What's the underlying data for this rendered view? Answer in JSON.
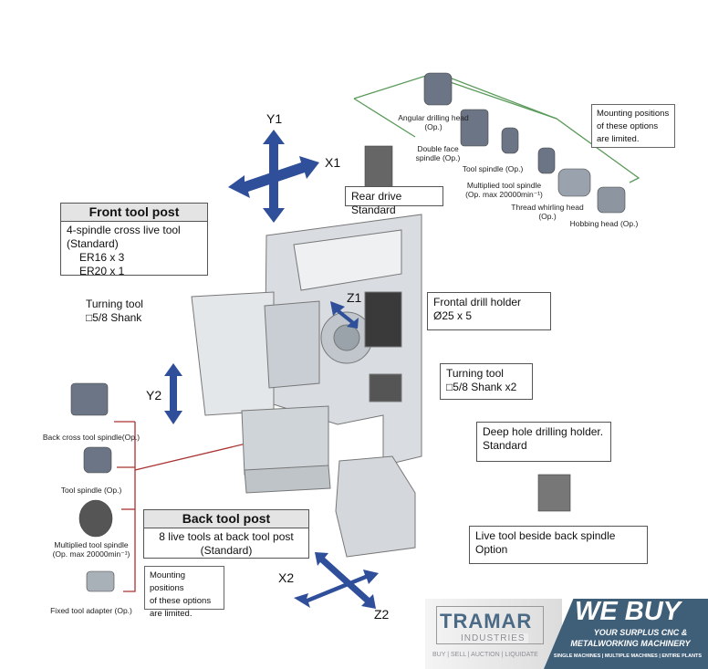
{
  "axes": {
    "y1": "Y1",
    "x1": "X1",
    "y2": "Y2",
    "z1": "Z1",
    "x2": "X2",
    "z2": "Z2"
  },
  "front_tool_post": {
    "title": "Front tool post",
    "lines": [
      "4-spindle cross live tool",
      "(Standard)",
      "ER16 x 3",
      "ER20 x 1"
    ]
  },
  "rear_drive": "Rear drive Standard",
  "turning_tool_left": {
    "line1": "Turning tool",
    "line2": "□5/8 Shank"
  },
  "frontal_drill_holder": {
    "line1": "Frontal drill holder",
    "line2": "Ø25 x 5"
  },
  "turning_tool_right": {
    "line1": "Turning tool",
    "line2": "□5/8 Shank x2"
  },
  "deep_hole": {
    "line1": "Deep hole drilling holder.",
    "line2": "Standard"
  },
  "live_tool_back": {
    "line1": "Live tool beside back spindle",
    "line2": "Option"
  },
  "back_tool_post": {
    "title": "Back tool post",
    "line1": "8 live tools at back tool post",
    "line2": "(Standard)"
  },
  "note_top": [
    "Mounting positions",
    "of these options",
    "are limited."
  ],
  "note_bottom": [
    "Mounting positions",
    "of these options",
    "are limited."
  ],
  "top_options": [
    {
      "l1": "Angular drilling head",
      "l2": "(Op.)"
    },
    {
      "l1": "Double face",
      "l2": "spindle (Op.)"
    },
    {
      "l1": "Tool spindle (Op.)",
      "l2": ""
    },
    {
      "l1": "Multiplied tool spindle",
      "l2": "(Op. max 20000min⁻¹)"
    },
    {
      "l1": "Thread whirling head",
      "l2": "(Op.)"
    },
    {
      "l1": "Hobbing head (Op.)",
      "l2": ""
    }
  ],
  "left_options": [
    {
      "l1": "Back cross tool spindle(Op.)",
      "l2": ""
    },
    {
      "l1": "Tool spindle (Op.)",
      "l2": ""
    },
    {
      "l1": "Multiplied tool spindle",
      "l2": "(Op. max 20000min⁻¹)"
    },
    {
      "l1": "Fixed tool adapter (Op.)",
      "l2": ""
    }
  ],
  "banner": {
    "brand": "TRAMAR",
    "brand_sub": "INDUSTRIES",
    "brand_tag": "BUY | SELL | AUCTION | LIQUIDATE",
    "headline": "WE BUY",
    "sub1": "YOUR SURPLUS CNC &",
    "sub2": "METALWORKING MACHINERY",
    "sub3": "SINGLE MACHINES | MULTIPLE MACHINES | ENTIRE PLANTS",
    "colors": {
      "blue": "#3f5e78",
      "brand": "#4a6a85"
    }
  },
  "colors": {
    "arrow": "#2f4f9a",
    "green_line": "#5a9a5a",
    "red_line": "#a33"
  }
}
